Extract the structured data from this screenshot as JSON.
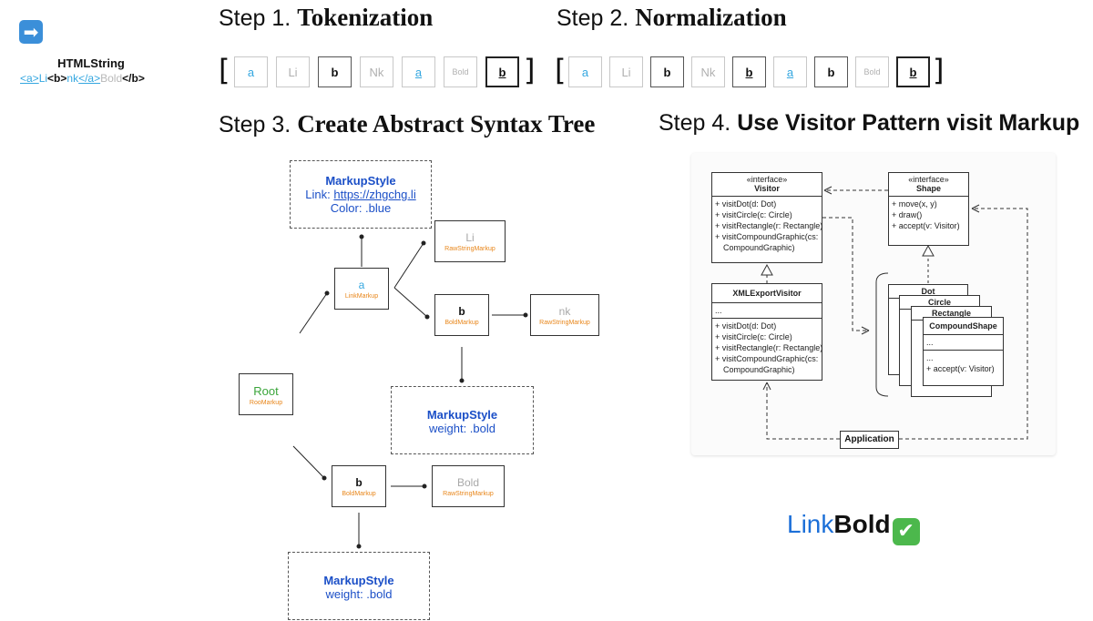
{
  "input": {
    "arrow_icon": "➡",
    "title": "HTMLString",
    "html_parts": [
      "<a>",
      "Li",
      "<b>",
      "nk",
      "</a>",
      "Bold",
      "</b>"
    ]
  },
  "steps": {
    "s1_prefix": "Step 1.",
    "s1_title": "Tokenization",
    "s2_prefix": "Step 2.",
    "s2_title": "Normalization",
    "s3_prefix": "Step 3.",
    "s3_title": "Create Abstract Syntax Tree",
    "s4_prefix": "Step 4.",
    "s4_title": "Use Visitor Pattern visit Markup"
  },
  "brackets": {
    "open": "[",
    "close": "]"
  },
  "tokens": [
    "a",
    "Li",
    "b",
    "Nk",
    "a",
    "Bold",
    "b"
  ],
  "normalized": [
    "a",
    "Li",
    "b",
    "Nk",
    "b",
    "a",
    "b",
    "Bold",
    "b"
  ],
  "tree": {
    "root": {
      "label": "Root",
      "type": "RooMarkup"
    },
    "link": {
      "label": "a",
      "type": "LinkMarkup"
    },
    "li": {
      "label": "Li",
      "type": "RawStringMarkup"
    },
    "bold1": {
      "label": "b",
      "type": "BoldMarkup"
    },
    "nk": {
      "label": "nk",
      "type": "RawStringMarkup"
    },
    "bold2": {
      "label": "b",
      "type": "BoldMarkup"
    },
    "boldtext": {
      "label": "Bold",
      "type": "RawStringMarkup"
    },
    "style_link": {
      "title": "MarkupStyle",
      "link_label": "Link: ",
      "link_url": "https://zhgchg.li",
      "color": "Color: .blue"
    },
    "style_bold1": {
      "title": "MarkupStyle",
      "weight": "weight: .bold"
    },
    "style_bold2": {
      "title": "MarkupStyle",
      "weight": "weight: .bold"
    }
  },
  "uml": {
    "visitor": {
      "stereo": "«interface»",
      "name": "Visitor",
      "methods": [
        "+ visitDot(d: Dot)",
        "+ visitCircle(c: Circle)",
        "+ visitRectangle(r: Rectangle)",
        "+ visitCompoundGraphic(cs:",
        "CompoundGraphic)"
      ]
    },
    "shape": {
      "stereo": "«interface»",
      "name": "Shape",
      "methods": [
        "+ move(x, y)",
        "+ draw()",
        "+ accept(v: Visitor)"
      ]
    },
    "xml": {
      "name": "XMLExportVisitor",
      "fields": "...",
      "methods": [
        "+ visitDot(d: Dot)",
        "+ visitCircle(c: Circle)",
        "+ visitRectangle(r: Rectangle)",
        "+ visitCompoundGraphic(cs:",
        "CompoundGraphic)"
      ]
    },
    "stack": [
      "Dot",
      "Circle",
      "Rectangle"
    ],
    "compound": {
      "name": "CompoundShape",
      "fields": "...",
      "dots": "...",
      "method": "+ accept(v: Visitor)"
    },
    "application": "Application"
  },
  "result": {
    "link_text": "Link",
    "bold_text": "Bold",
    "check": "✔"
  },
  "colors": {
    "link": "#35a7e0",
    "style": "#1b4fc7",
    "type": "#e8861a",
    "root": "#3aa53a",
    "result_link": "#1b6fd8",
    "check_bg": "#4cb84c"
  }
}
